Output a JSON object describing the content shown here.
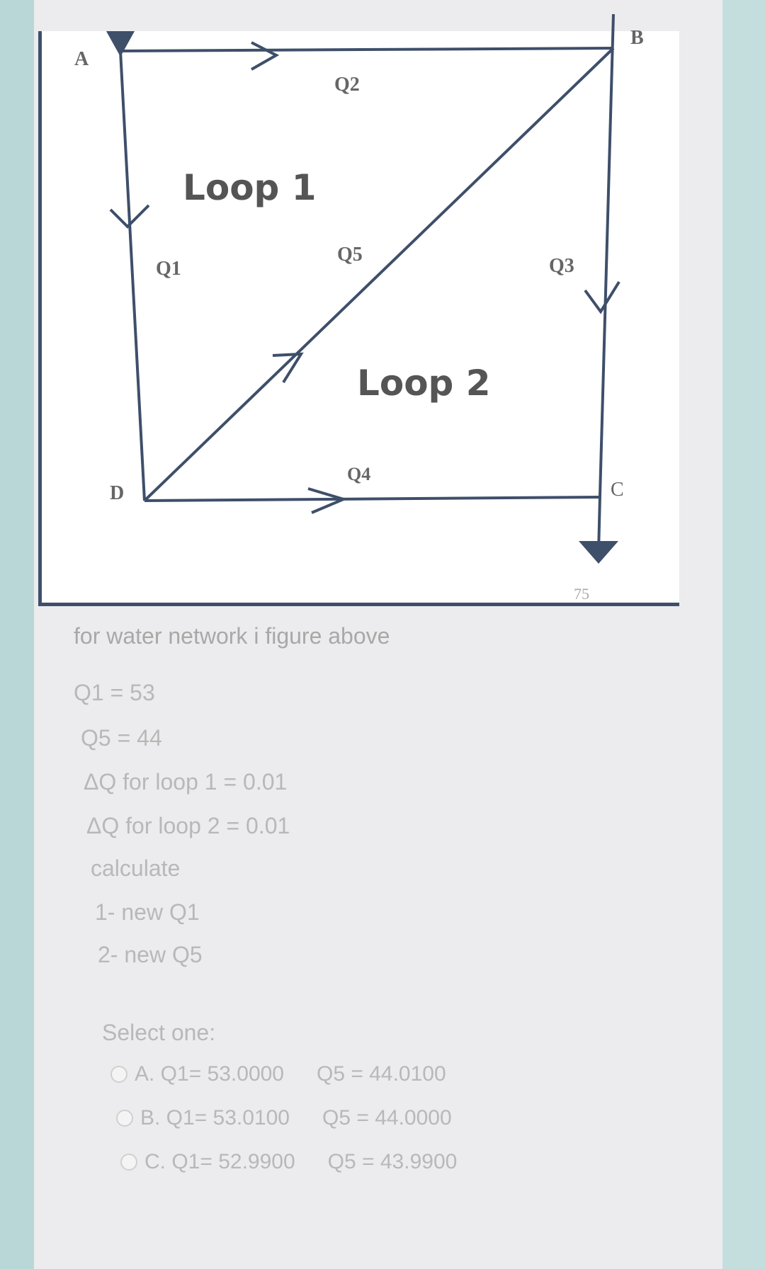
{
  "diagram": {
    "nodes": {
      "a": "A",
      "b": "B",
      "c": "C",
      "d": "D"
    },
    "pipes": {
      "q1": "Q1",
      "q2": "Q2",
      "q3": "Q3",
      "q4": "Q4",
      "q5": "Q5"
    },
    "loops": {
      "loop1": "Loop 1",
      "loop2": "Loop 2"
    },
    "outflow": "75"
  },
  "question": {
    "intro": "for water network i figure above",
    "q1": "Q1   = 53",
    "q5": "Q5   = 44",
    "dq1": "ΔQ for loop 1 =  0.01",
    "dq2": "ΔQ for loop 2 = 0.01",
    "calculate": "calculate",
    "item1": "1- new    Q1",
    "item2": "2- new     Q5",
    "select_one": "Select one:"
  },
  "options": [
    {
      "letter_q1": "A. Q1= 53.0000",
      "q5": "Q5 = 44.0100"
    },
    {
      "letter_q1": "B. Q1= 53.0100",
      "q5": "Q5 = 44.0000"
    },
    {
      "letter_q1": "C. Q1= 52.9900",
      "q5": "Q5 = 43.9900"
    }
  ],
  "colors": {
    "line": "#3e4f6a",
    "text_faded": "#b8b8b8"
  }
}
